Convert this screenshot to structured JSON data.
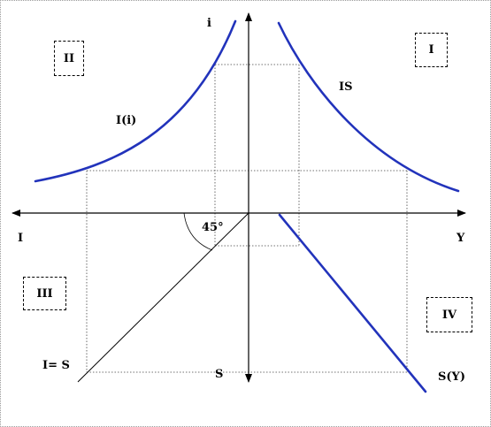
{
  "labels": {
    "i_axis": "i",
    "y_axis": "Y",
    "i_left": "I",
    "io_curve": "I(i)",
    "is_curve": "IS",
    "angle": "45°",
    "i_equals_s": "I= S",
    "s_axis": "S",
    "sy_curve": "S(Y)"
  },
  "quadrants": {
    "q1": "I",
    "q2": "II",
    "q3": "III",
    "q4": "IV"
  },
  "colors": {
    "curve": "#2233bb",
    "axis": "#000000",
    "guide": "#444444"
  }
}
